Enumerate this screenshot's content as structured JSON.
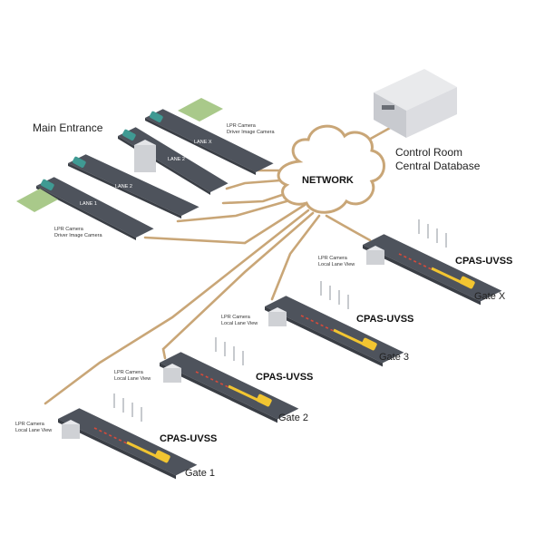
{
  "title": "Main Entrance",
  "network_label": "NETWORK",
  "control_room": {
    "line1": "Control Room",
    "line2": "Central Database"
  },
  "main_entrance": {
    "camera_top": {
      "line1": "LPR Camera",
      "line2": "Driver Image Camera"
    },
    "camera_bottom": {
      "line1": "LPR Camera",
      "line2": "Driver Image Camera"
    },
    "lanes": [
      "LANE 1",
      "LANE 2",
      "LANE 2",
      "LANE X"
    ]
  },
  "gates": [
    {
      "name": "Gate 1",
      "system": "CPAS-UVSS",
      "camera_line1": "LPR Camera",
      "camera_line2": "Local Lane View"
    },
    {
      "name": "Gate 2",
      "system": "CPAS-UVSS",
      "camera_line1": "LPR Camera",
      "camera_line2": "Local Lane View"
    },
    {
      "name": "Gate 3",
      "system": "CPAS-UVSS",
      "camera_line1": "LPR Camera",
      "camera_line2": "Local Lane View"
    },
    {
      "name": "Gate X",
      "system": "CPAS-UVSS",
      "camera_line1": "LPR Camera",
      "camera_line2": "Local Lane View"
    }
  ],
  "colors": {
    "cable": "#c9a677",
    "road": "#4e535c",
    "road_side": "#3a3e45",
    "cloud": "#ffffff",
    "cloud_stroke": "#c9a677",
    "building_roof": "#e9eaec",
    "building_side": "#c8cacf",
    "car_teal": "#3f9a93",
    "car_yellow": "#f2c531",
    "grass": "#a9c98a"
  }
}
